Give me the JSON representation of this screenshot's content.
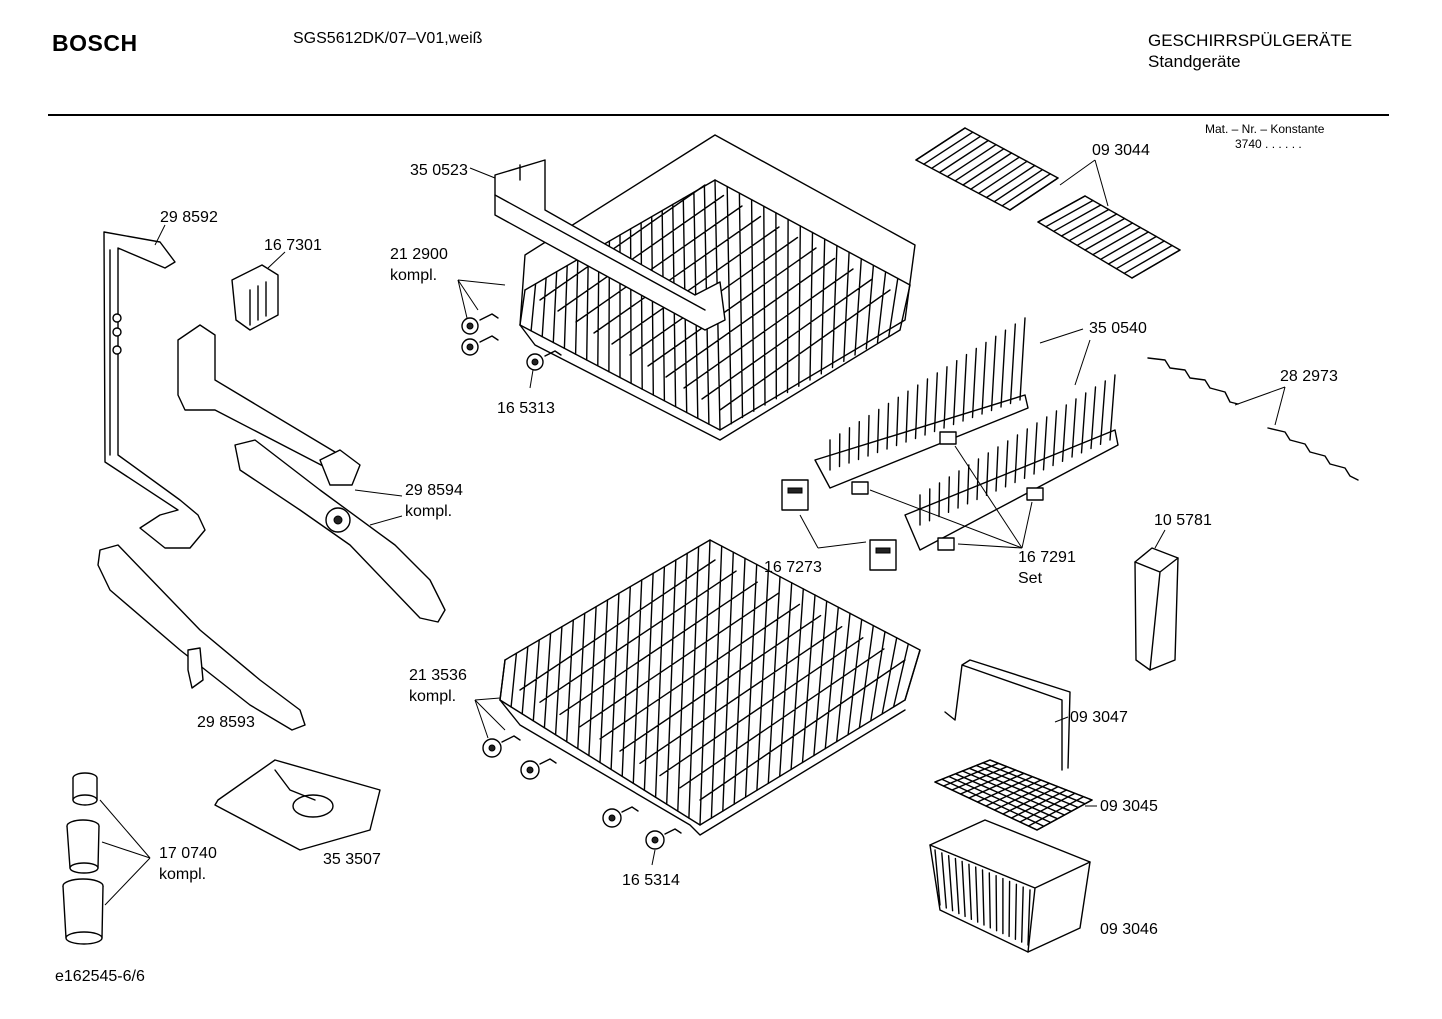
{
  "header": {
    "brand": "BOSCH",
    "model": "SGS5612DK/07–V01,weiß",
    "category": "GESCHIRRSPÜLGERÄTE",
    "subcategory": "Standgeräte"
  },
  "material_note": {
    "label": "Mat. – Nr. – Konstante",
    "value": "3740  .  .    .  .  .  ."
  },
  "parts": [
    {
      "id": "part-350523",
      "number": "35 0523"
    },
    {
      "id": "part-212900",
      "number": "21 2900",
      "note": "kompl."
    },
    {
      "id": "part-165313",
      "number": "16 5313"
    },
    {
      "id": "part-298592",
      "number": "29 8592"
    },
    {
      "id": "part-167301",
      "number": "16 7301"
    },
    {
      "id": "part-298594",
      "number": "29 8594",
      "note": "kompl."
    },
    {
      "id": "part-298593",
      "number": "29 8593"
    },
    {
      "id": "part-093044",
      "number": "09 3044"
    },
    {
      "id": "part-350540",
      "number": "35 0540"
    },
    {
      "id": "part-282973",
      "number": "28 2973"
    },
    {
      "id": "part-105781",
      "number": "10 5781"
    },
    {
      "id": "part-167273",
      "number": "16 7273"
    },
    {
      "id": "part-167291",
      "number": "16 7291",
      "note": "Set"
    },
    {
      "id": "part-213536",
      "number": "21 3536",
      "note": "kompl."
    },
    {
      "id": "part-093047",
      "number": "09 3047"
    },
    {
      "id": "part-093045",
      "number": "09 3045"
    },
    {
      "id": "part-093046",
      "number": "09 3046"
    },
    {
      "id": "part-165314",
      "number": "16 5314"
    },
    {
      "id": "part-353507",
      "number": "35 3507"
    },
    {
      "id": "part-170740",
      "number": "17 0740",
      "note": "kompl."
    }
  ],
  "footer": {
    "code": "e162545-6/6"
  }
}
